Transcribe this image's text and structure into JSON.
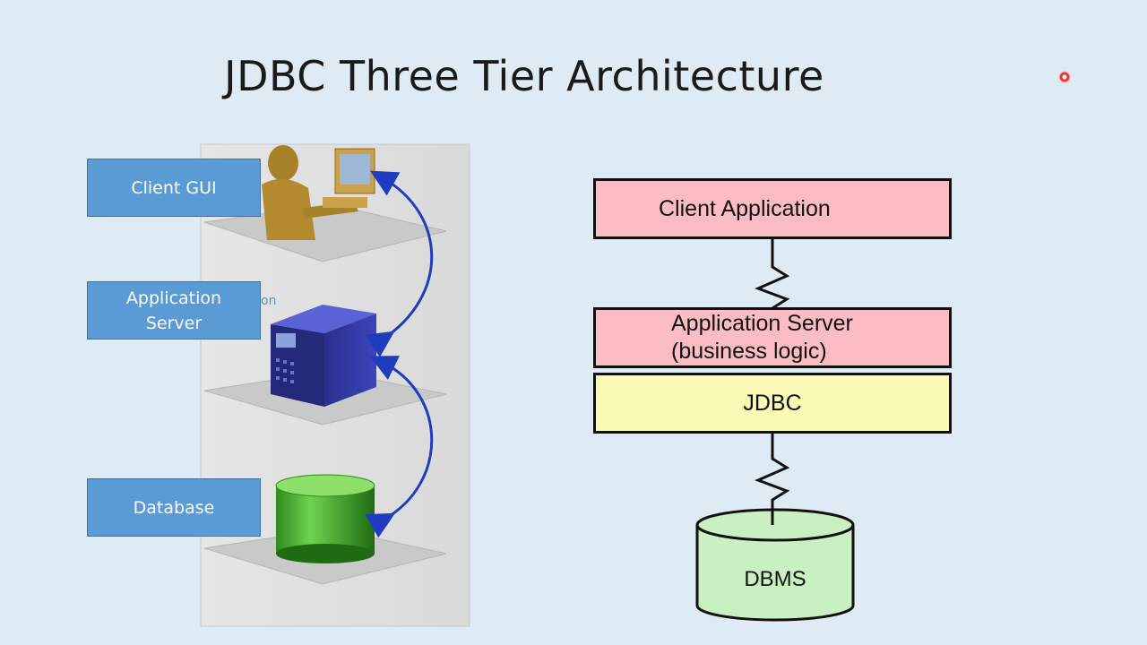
{
  "slide": {
    "title": "JDBC Three Tier Architecture"
  },
  "left_figure": {
    "labels": [
      "Client GUI",
      "Application\nServer",
      "Database"
    ],
    "faded_text_fragment": "on"
  },
  "right_diagram": {
    "client_application": "Client Application",
    "application_server": "Application Server",
    "business_logic": "(business logic)",
    "jdbc": "JDBC",
    "dbms": "DBMS"
  },
  "colors": {
    "background": "#deeaf4",
    "label_blue": "#5b9bd5",
    "pink_box": "#fbbcc4",
    "yellow_box": "#fafab4",
    "green_db": "#c8f0c0",
    "arrow_blue": "#1f3cbf"
  }
}
